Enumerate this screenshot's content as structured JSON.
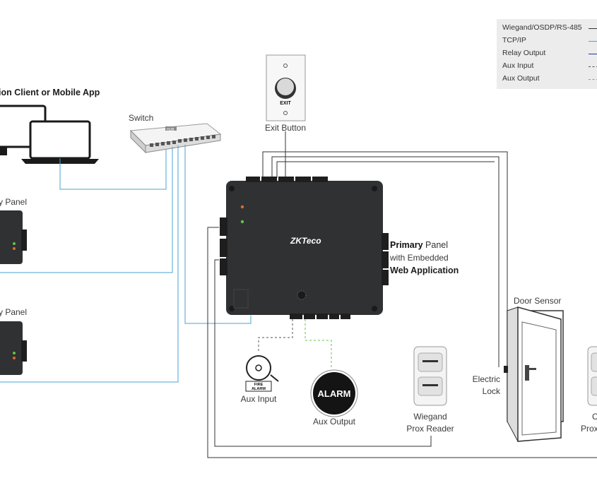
{
  "legend": {
    "items": [
      {
        "label": "Wiegand/OSDP/RS-485",
        "color": "#333333",
        "style": "solid"
      },
      {
        "label": "TCP/IP",
        "color": "#4aa3d6",
        "style": "solid"
      },
      {
        "label": "Relay Output",
        "color": "#1f3a93",
        "style": "solid"
      },
      {
        "label": "Aux Input",
        "color": "#555555",
        "style": "dashed"
      },
      {
        "label": "Aux Output",
        "color": "#6abf45",
        "style": "dashed"
      }
    ]
  },
  "labels": {
    "client_title": "ion Client or Mobile App",
    "switch": "Switch",
    "switch_hub": "HUB",
    "exit_button": "Exit Button",
    "exit_plate": "EXIT",
    "panel_top": "y Panel",
    "panel_bottom": "y Panel",
    "brand": "ZKTeco",
    "primary_bold": "Primary",
    "primary_rest": " Panel",
    "primary_line2": "with Embedded",
    "primary_line3": "Web Application",
    "door_sensor": "Door Sensor",
    "electric_lock_1": "Electric",
    "electric_lock_2": "Lock",
    "aux_input": "Aux Input",
    "fire_alarm_1": "FIRE",
    "fire_alarm_2": "ALARM",
    "alarm": "ALARM",
    "aux_output": "Aux  Output",
    "wiegand_1": "Wiegand",
    "wiegand_2": "Prox Reader",
    "right_reader_1": "C",
    "right_reader_2": "Prox"
  },
  "colors": {
    "tcpip": "#4aa3d6",
    "wire": "#333333",
    "aux_in": "#555555",
    "aux_out": "#6abf45",
    "panel": "#2f3133",
    "connector": "#1e1e1e"
  }
}
